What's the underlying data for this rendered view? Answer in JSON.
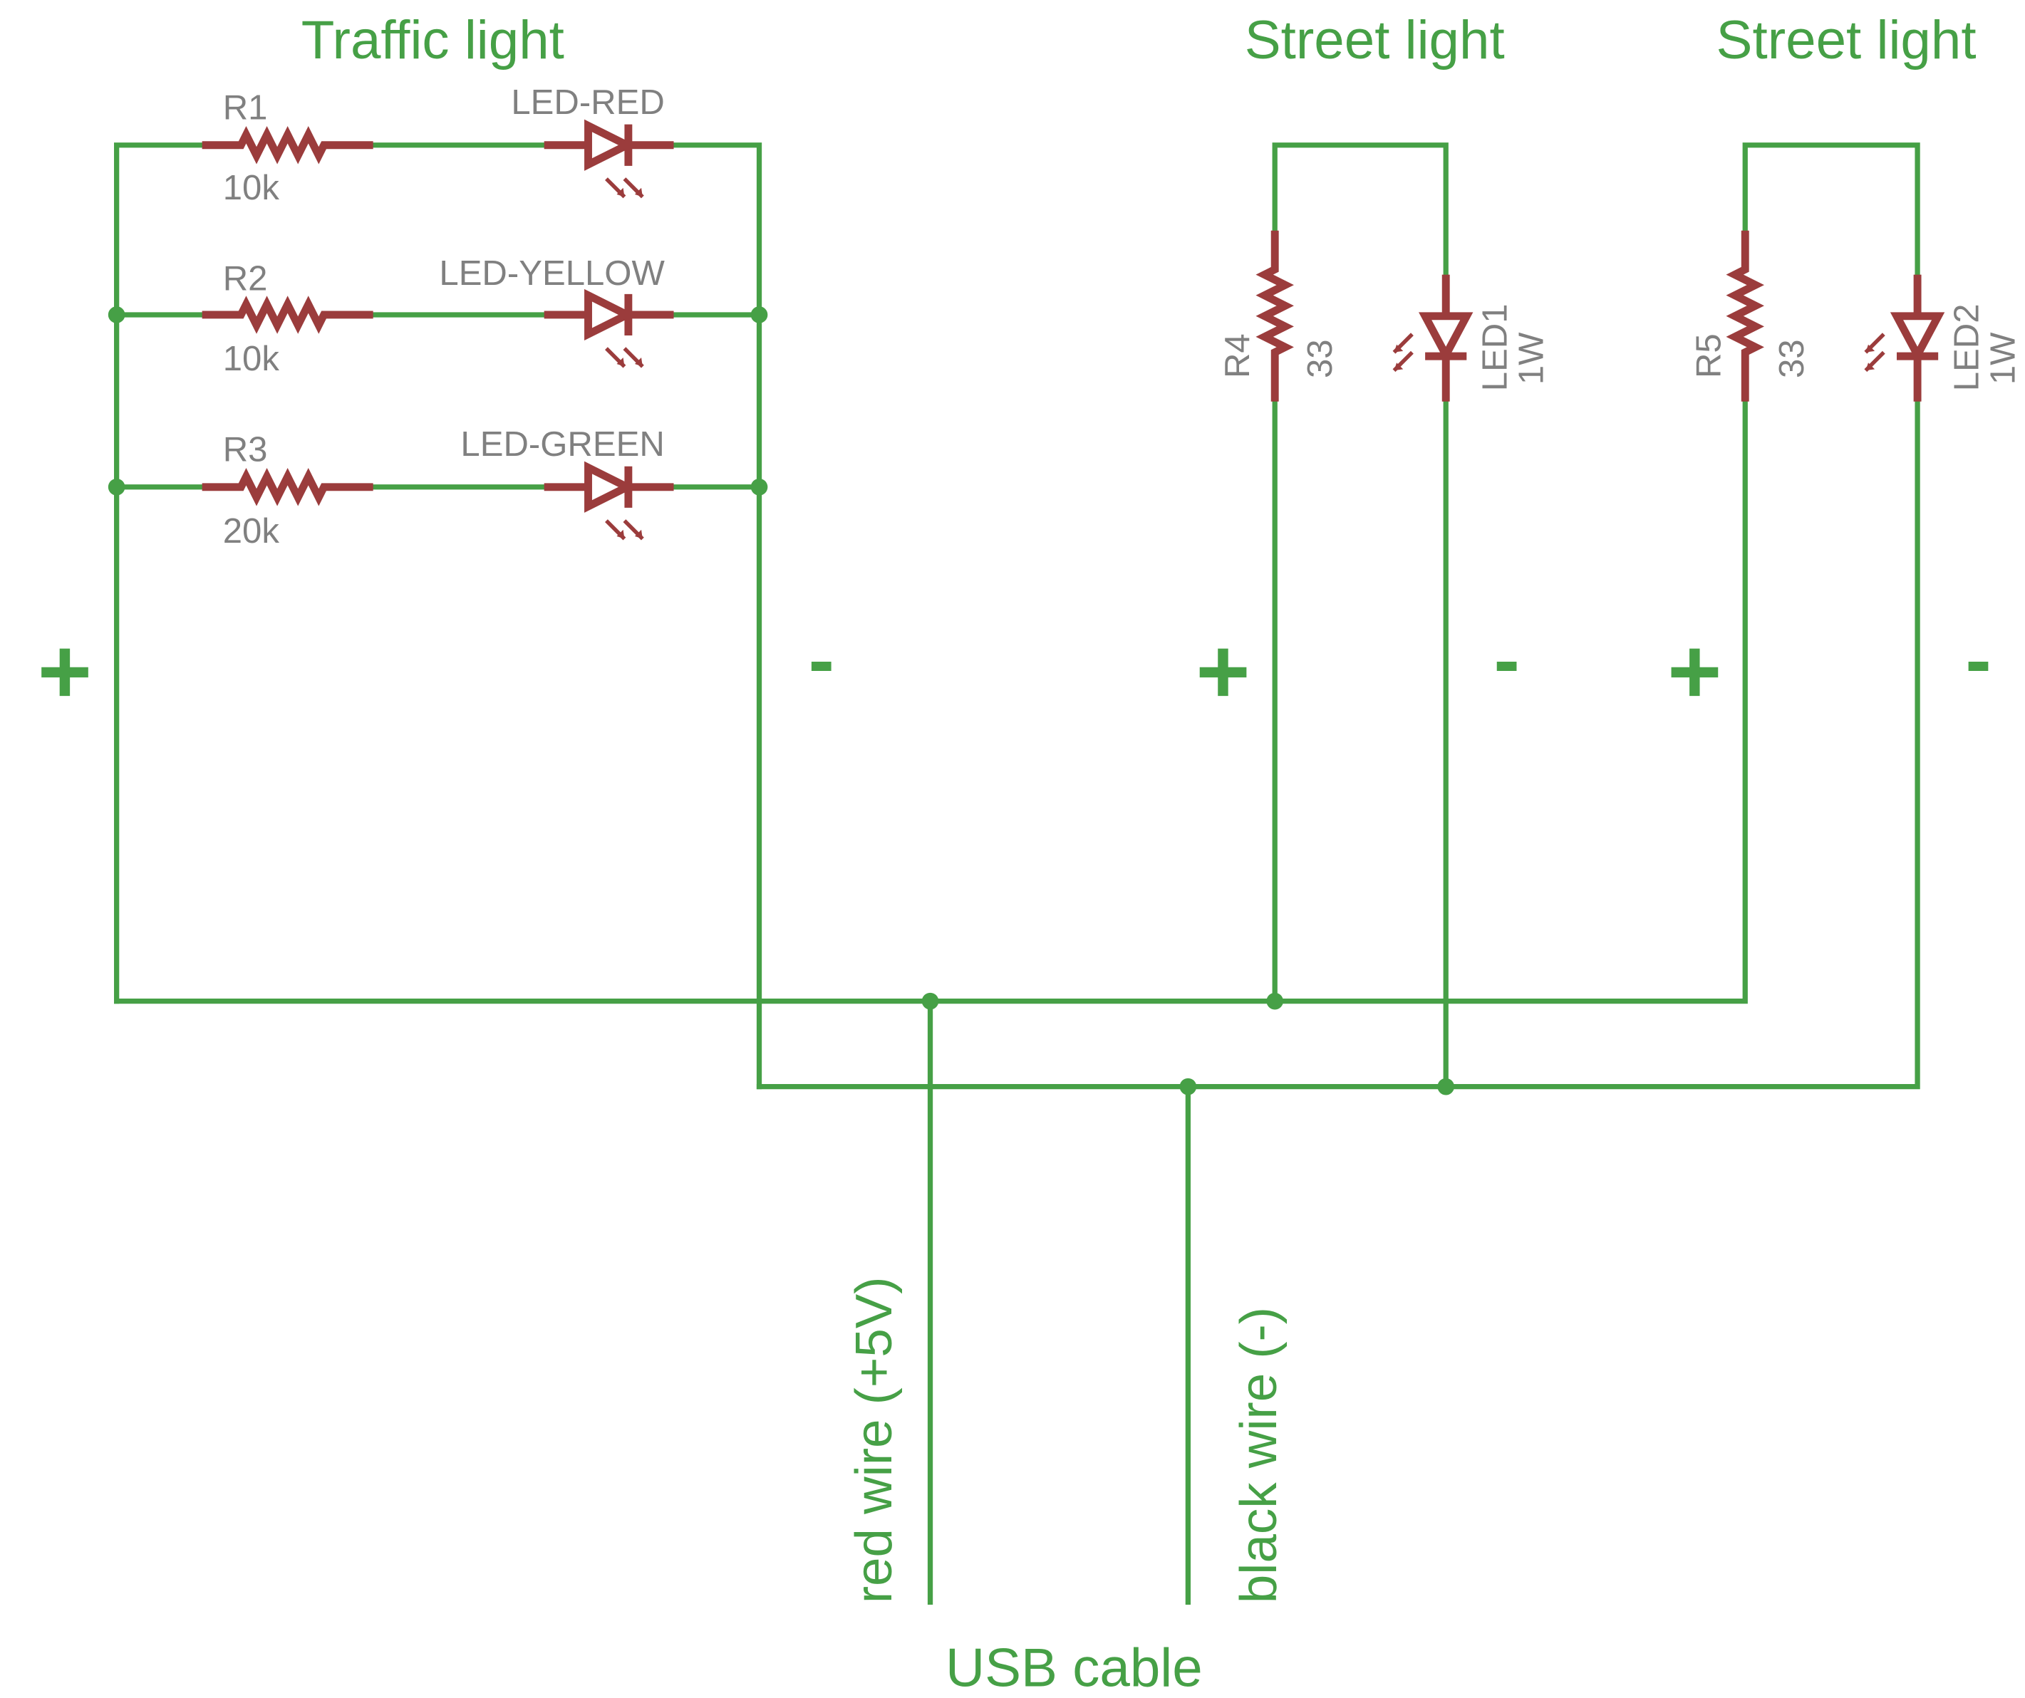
{
  "colors": {
    "wire": "#46a046",
    "component": "#9b3c3c",
    "component_text": "#808080",
    "label_text": "#46a046",
    "background": "#ffffff"
  },
  "sections": {
    "traffic_light": "Traffic light",
    "street_light_1": "Street light",
    "street_light_2": "Street light",
    "usb_cable": "USB cable"
  },
  "components": {
    "r1": {
      "name": "R1",
      "value": "10k"
    },
    "r2": {
      "name": "R2",
      "value": "10k"
    },
    "r3": {
      "name": "R3",
      "value": "20k"
    },
    "r4": {
      "name": "R4",
      "value": "33"
    },
    "r5": {
      "name": "R5",
      "value": "33"
    },
    "led_red": {
      "name": "LED-RED"
    },
    "led_yellow": {
      "name": "LED-YELLOW"
    },
    "led_green": {
      "name": "LED-GREEN"
    },
    "led1": {
      "name": "LED1",
      "value": "1W"
    },
    "led2": {
      "name": "LED2",
      "value": "1W"
    }
  },
  "polarity": {
    "plus": "+",
    "minus": "-"
  },
  "wires": {
    "red": "red wire (+5V)",
    "black": "black wire (-)"
  }
}
